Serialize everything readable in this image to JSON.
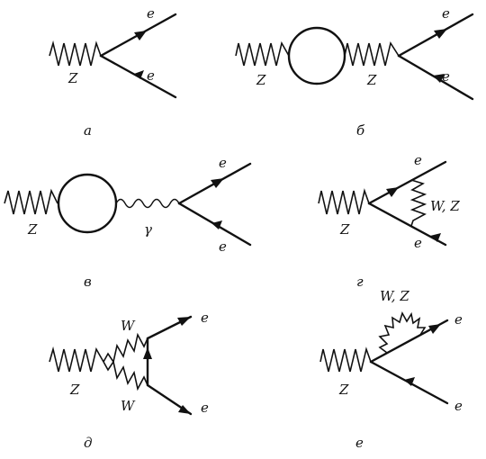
{
  "diagrams": {
    "a": {
      "caption": "а",
      "boson": "Z",
      "top": "e",
      "bottom": "e"
    },
    "b": {
      "caption": "б",
      "left": "Z",
      "right": "Z",
      "top": "e",
      "bottom": "e"
    },
    "v": {
      "caption": "в",
      "left": "Z",
      "right": "γ",
      "top": "e",
      "bottom": "e"
    },
    "g": {
      "caption": "г",
      "boson": "Z",
      "exchange": "W, Z",
      "top": "e",
      "bottom": "e"
    },
    "d": {
      "caption": "д",
      "boson": "Z",
      "w_top": "W",
      "w_bottom": "W",
      "top": "e",
      "bottom": "e"
    },
    "e": {
      "caption": "е",
      "boson": "Z",
      "loop": "W, Z",
      "top": "e",
      "bottom": "e"
    }
  }
}
